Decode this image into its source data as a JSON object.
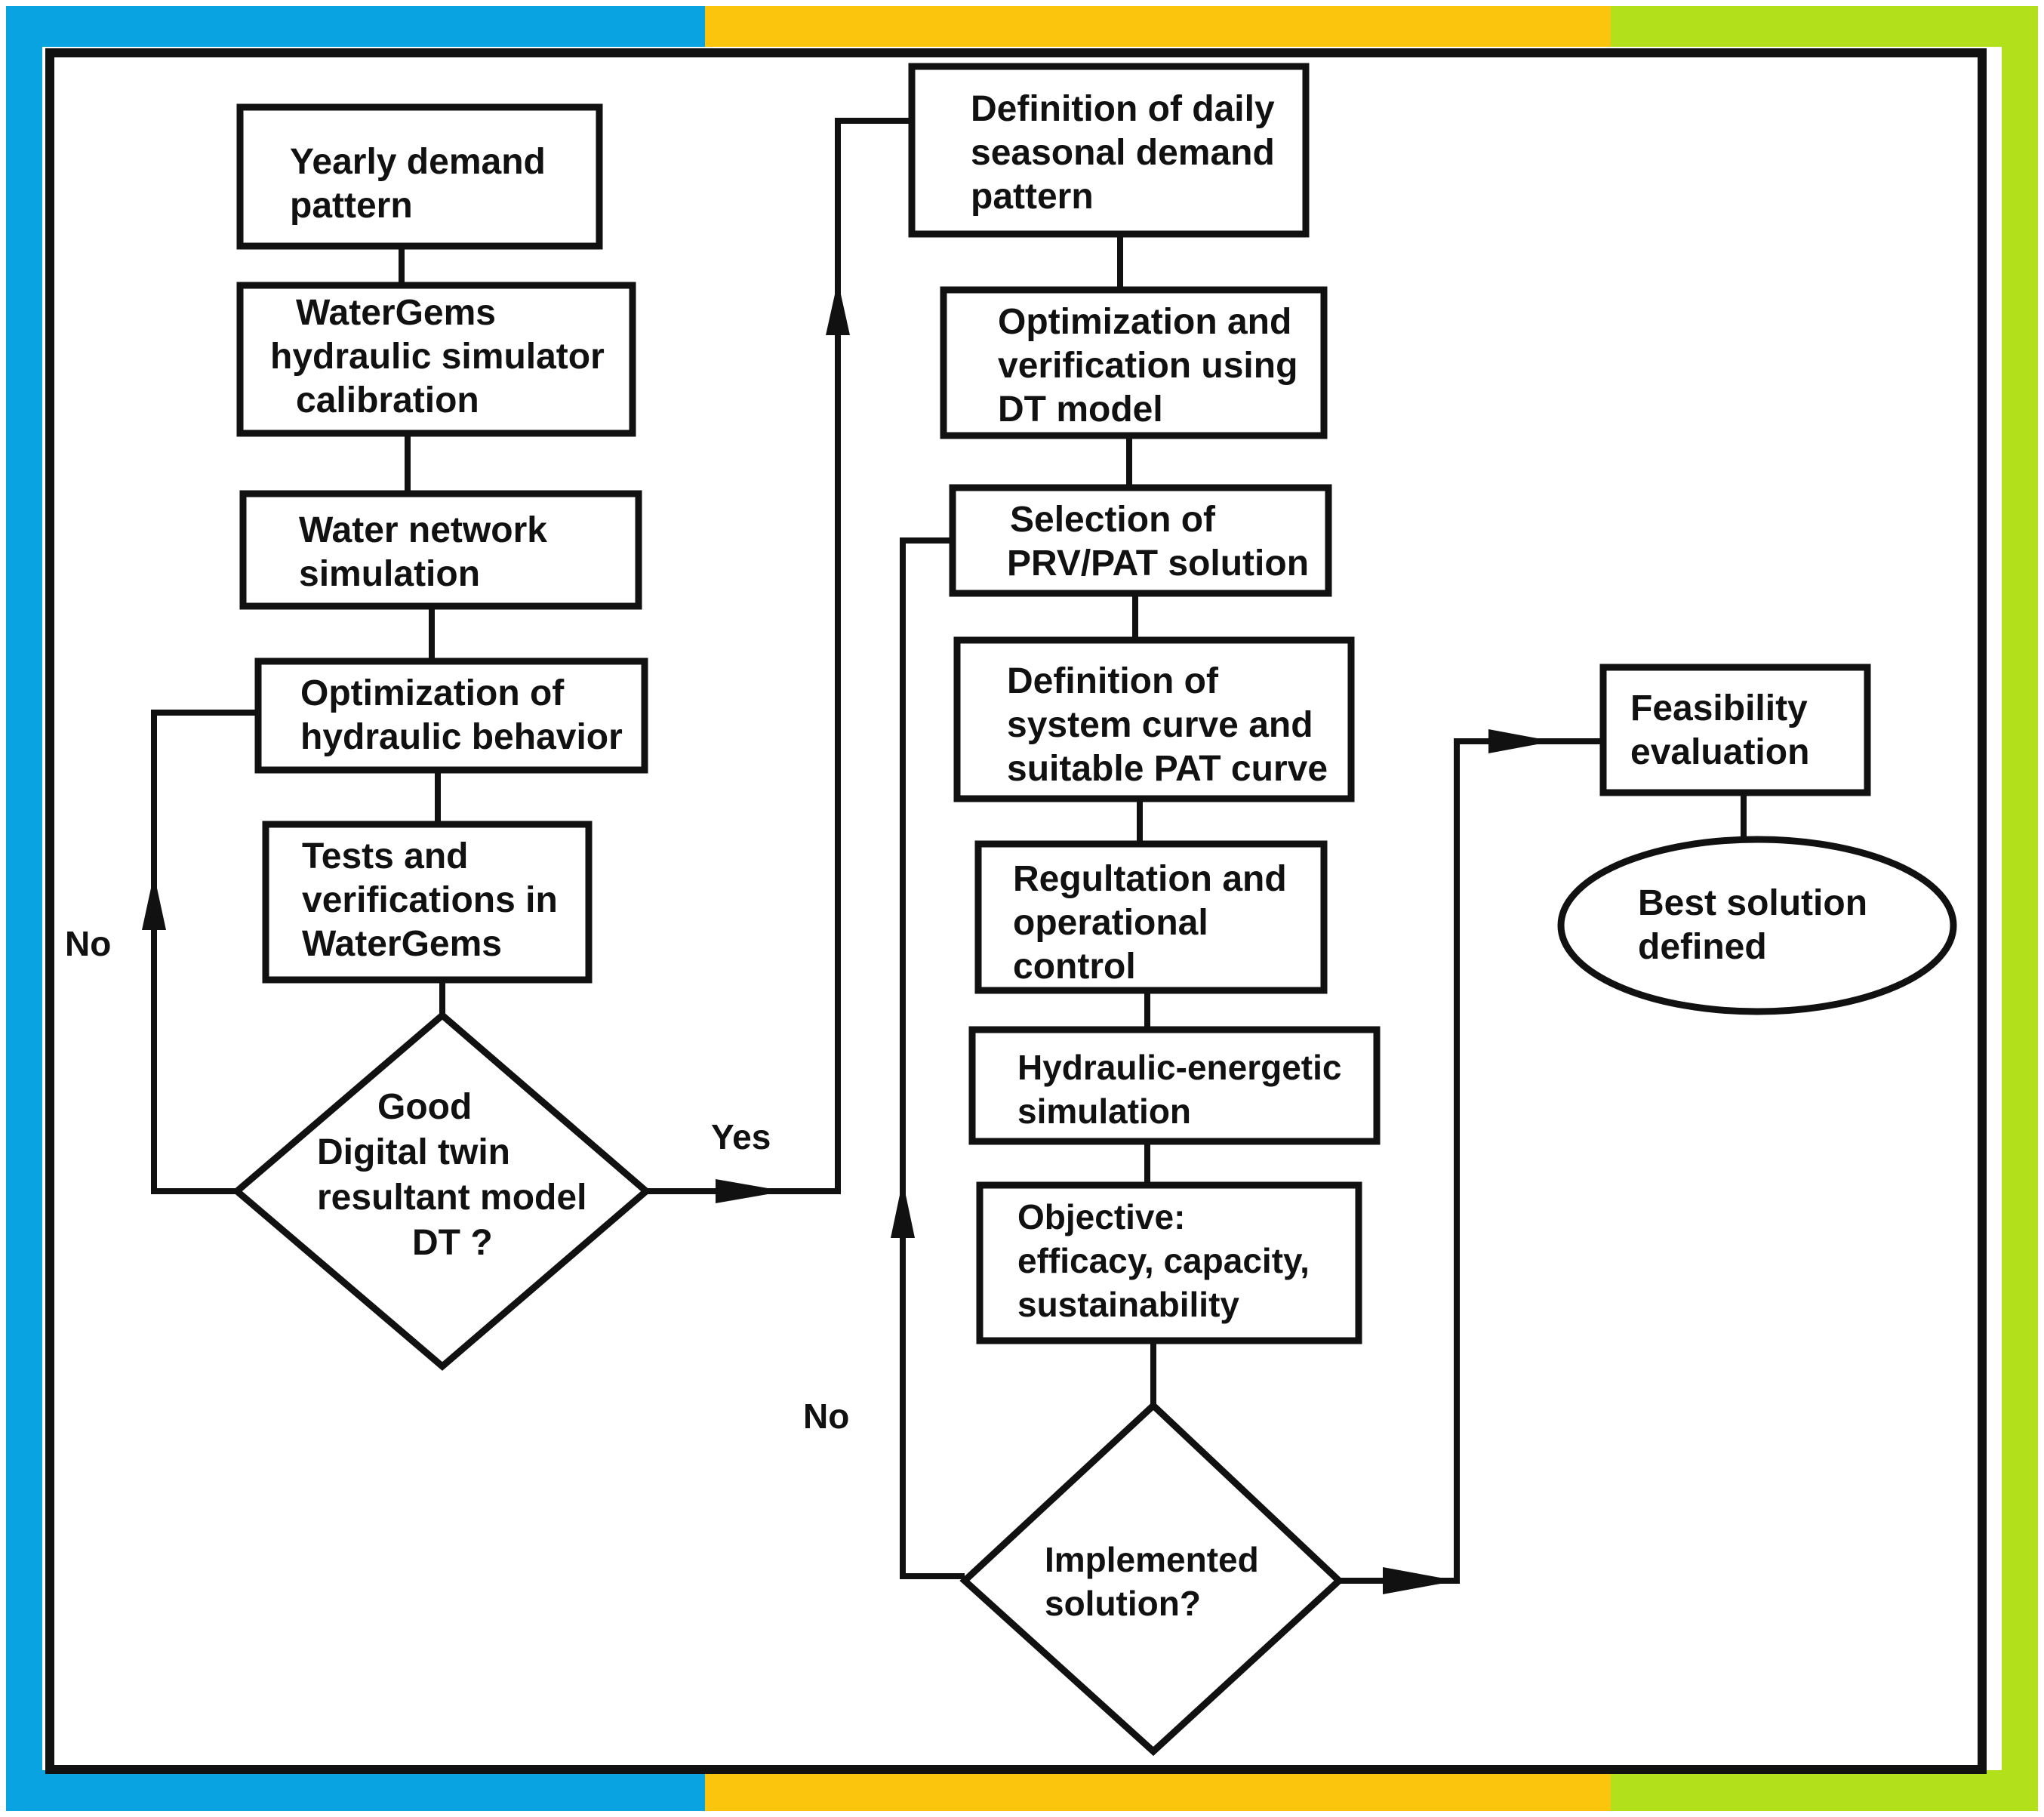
{
  "colors": {
    "frame_blue": "#0aa3e2",
    "frame_yellow": "#fbc50e",
    "frame_green": "#b2e01a",
    "stroke": "#111111"
  },
  "nodes": {
    "yearly": [
      "Yearly demand",
      "pattern"
    ],
    "watergems_calib": [
      "WaterGems",
      "hydraulic simulator",
      "calibration"
    ],
    "water_network": [
      "Water network",
      "simulation"
    ],
    "opt_hydraulic": [
      "Optimization of",
      "hydraulic behavior"
    ],
    "tests": [
      "Tests and",
      "verifications in",
      "WaterGems"
    ],
    "good_dt": [
      "Good",
      "Digital twin",
      "resultant model",
      "DT  ?"
    ],
    "daily_seasonal": [
      "Definition of daily",
      "seasonal demand",
      "pattern"
    ],
    "opt_verif": [
      "Optimization and",
      "verification using",
      "DT  model"
    ],
    "selection": [
      "Selection of",
      "PRV/PAT solution"
    ],
    "system_curve": [
      "Definition of",
      "system curve and",
      "suitable PAT curve"
    ],
    "regulation": [
      "Regultation and",
      "operational",
      "control"
    ],
    "hydraulic_energetic": [
      "Hydraulic-energetic",
      "simulation"
    ],
    "objective": [
      "Objective:",
      "efficacy, capacity,",
      "sustainability"
    ],
    "implemented": [
      "Implemented",
      "solution?"
    ],
    "feasibility": [
      "Feasibility",
      "evaluation"
    ],
    "best_solution": [
      "Best solution",
      "defined"
    ]
  },
  "labels": {
    "no_left": "No",
    "yes": "Yes",
    "no_right": "No"
  }
}
